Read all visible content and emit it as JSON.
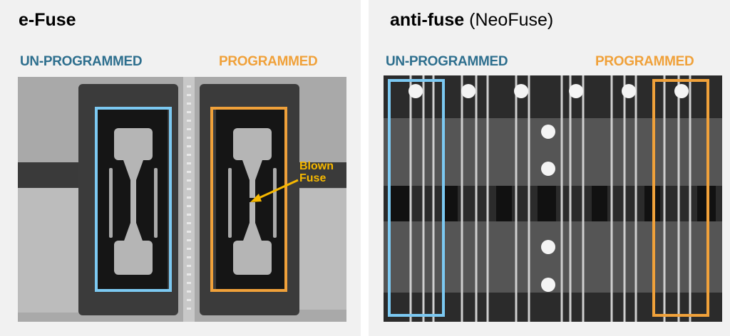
{
  "left_panel": {
    "title": "e-Fuse",
    "label_unprogrammed": "UN-PROGRAMMED",
    "label_programmed": "PROGRAMMED",
    "annotation_line1": "Blown",
    "annotation_line2": "Fuse"
  },
  "right_panel": {
    "title": "anti-fuse",
    "title_suffix": "(NeoFuse)",
    "label_unprogrammed": "UN-PROGRAMMED",
    "label_programmed": "PROGRAMMED"
  },
  "colors": {
    "unprogrammed": "#2e6f8e",
    "programmed": "#f0a13a",
    "box_blue": "#7cc9f2",
    "box_orange": "#f0a13a",
    "annotation": "#f6b800"
  }
}
